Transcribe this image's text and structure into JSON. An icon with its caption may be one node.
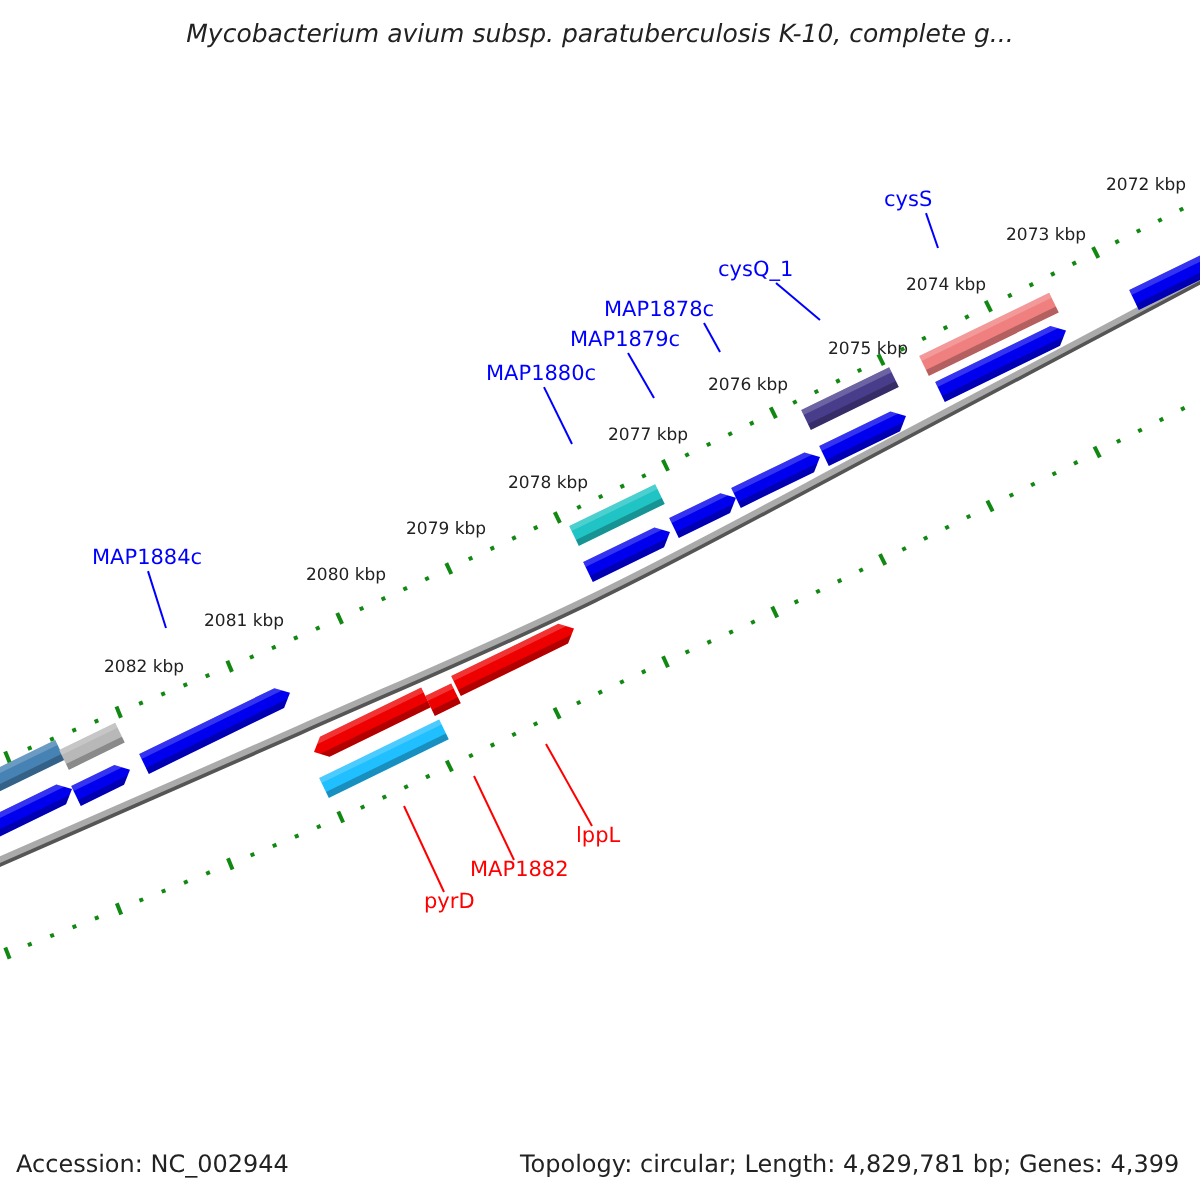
{
  "diagram": {
    "title": "Mycobacterium avium subsp. paratuberculosis K-10, complete g...",
    "nodes": [
      {
        "text": [
          "cysS"
        ]
      },
      {
        "text": [
          "cysQ_1"
        ]
      },
      {
        "text": [
          "MAP1878c"
        ]
      },
      {
        "text": [
          "MAP1879c"
        ]
      },
      {
        "text": [
          "MAP1880c"
        ]
      },
      {
        "text": [
          "MAP1884c"
        ]
      },
      {
        "text": [
          "lppL"
        ]
      },
      {
        "text": [
          "MAP1882"
        ]
      },
      {
        "text": [
          "pyrD"
        ]
      }
    ],
    "edges": [
      {
        "from": 0,
        "to": null,
        "arrow": "none"
      },
      {
        "from": 1,
        "to": null,
        "arrow": "none"
      },
      {
        "from": 2,
        "to": null,
        "arrow": "none"
      },
      {
        "from": 3,
        "to": null,
        "arrow": "none"
      },
      {
        "from": 4,
        "to": null,
        "arrow": "none"
      },
      {
        "from": 5,
        "to": null,
        "arrow": "none"
      },
      {
        "from": 6,
        "to": null,
        "arrow": "none",
        "color": "#ff0000"
      },
      {
        "from": 7,
        "to": null,
        "arrow": "none",
        "color": "#ff0000"
      },
      {
        "from": 8,
        "to": null,
        "arrow": "none",
        "color": "#ff0000"
      }
    ],
    "labels": [
      "2072 kbp",
      "2073 kbp",
      "2074 kbp",
      "2075 kbp",
      "2076 kbp",
      "2077 kbp",
      "2078 kbp",
      "2079 kbp",
      "2080 kbp",
      "2081 kbp",
      "2082 kbp",
      "Accession: NC_002944",
      "Topology: circular; Length: 4,829,781 bp; Genes: 4,399"
    ]
  }
}
